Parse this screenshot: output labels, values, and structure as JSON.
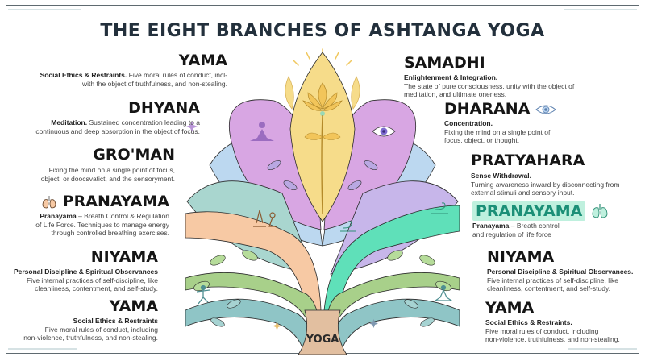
{
  "title": "THE EIGHT BRANCHES OF ASHTANGA YOGA",
  "trunk_label": "YOGA",
  "colors": {
    "title": "#23303c",
    "samadhi_petal": "#f6dc8a",
    "dhyana_petal": "#d8a6e3",
    "dharana_petal": "#d8a6e3",
    "blue_leaf": "#bcd8f0",
    "teal_leaf": "#a9d6cf",
    "purple_leaf": "#c7b6ea",
    "pranayama_left": "#f7c9a4",
    "pranayama_right": "#5fe0b9",
    "niyama_branch": "#a8d08a",
    "yama_branch": "#8fc5c6",
    "trunk": "#e2bfa0",
    "highlight_bg": "#bff0de",
    "highlight_text": "#1b8f77"
  },
  "left": [
    {
      "name": "YAMA",
      "sub": "Social Ethics & Restraints.",
      "desc_inline": "Five moral rules of conduct, incl-",
      "desc": "with the object of truthfulness, and non-stealing."
    },
    {
      "name": "DHYANA",
      "sub": "Meditation.",
      "desc_inline": "Sustained concentration leading to a",
      "desc": "continuous and deep absorption in the object of focus."
    },
    {
      "name": "GRO'MAN",
      "desc": "Fixing the mind on a single point of focus,",
      "desc2": "object, or doocsvatict, and the sensoryment."
    },
    {
      "name": "PRANAYAMA",
      "icon": "lungs-icon",
      "sub": "Pranayama",
      "desc_inline": "– Breath Control & Regulation",
      "desc": "of Life Force. Techniques to manage energy",
      "desc2": "through controlled breathing exercises."
    },
    {
      "name": "NIYAMA",
      "sub": "Personal Discipline & Spiritual Observances",
      "desc": "Five internal practices of self-discipline, like",
      "desc2": "cleanliness, contentment, and self-study."
    },
    {
      "name": "YAMA",
      "sub": "Social Ethics & Restraints",
      "desc": "Five moral rules of conduct, including",
      "desc2": "non-violence, truthfulness, and non-stealing."
    }
  ],
  "right": [
    {
      "name": "SAMADHI",
      "sub": "Enlightenment & Integration.",
      "desc": "The state of pure consciousness, unity with the object of",
      "desc2": "meditation, and ultimate oneness."
    },
    {
      "name": "DHARANA",
      "icon": "eye-icon",
      "sub": "Concentration.",
      "desc": "Fixing the mind on a single point of",
      "desc2": "focus, object, or thought."
    },
    {
      "name": "PRATYAHARA",
      "sub": "Sense Withdrawal.",
      "desc": "Turning awareness inward by disconnecting from",
      "desc2": "external stimuli and sensory input."
    },
    {
      "name": "PRANAYAMA",
      "icon": "lungs-icon",
      "highlighted": true,
      "sub": "Pranayama",
      "desc_inline": "– Breath control",
      "desc": "and regulation of life force"
    },
    {
      "name": "NIYAMA",
      "sub": "Personal Discipline & Spiritual Observances.",
      "desc": "Five internal practices of self-discipline, like",
      "desc2": "cleanliness, contentment, and self-study."
    },
    {
      "name": "YAMA",
      "sub": "Social Ethics & Restraints.",
      "desc": "Five moral rules of conduct, including",
      "desc2": "non-violence, truthfulness, and non-stealing."
    }
  ]
}
